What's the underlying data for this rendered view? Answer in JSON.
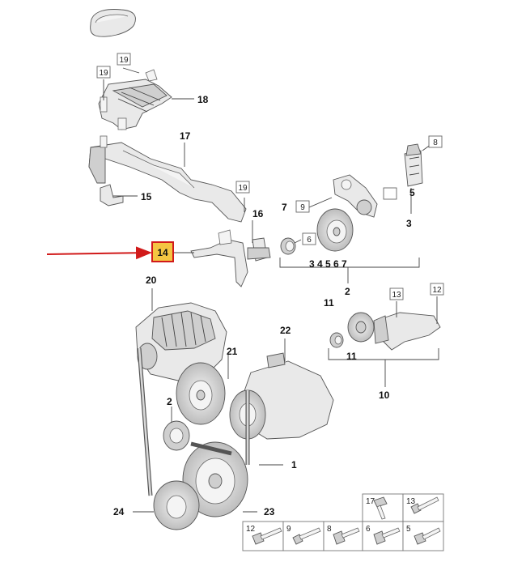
{
  "callouts": {
    "c1": "1",
    "c2a": "2",
    "c2b": "2",
    "c3": "3",
    "c5": "5",
    "c7": "7",
    "c10": "10",
    "c11a": "11",
    "c11b": "11",
    "c14": "14",
    "c15": "15",
    "c16": "16",
    "c17": "17",
    "c18": "18",
    "c20": "20",
    "c21": "21",
    "c22": "22",
    "c23": "23",
    "c24": "24"
  },
  "boxed_refs": {
    "b19a": "19",
    "b19b": "19",
    "b19c": "19",
    "b8": "8",
    "b9": "9",
    "b6": "6",
    "b13": "13",
    "b12": "12"
  },
  "group_2_members": "3 4 5 6 7",
  "fastener_table": {
    "top": [
      "17",
      "13"
    ],
    "bottom": [
      "12",
      "9",
      "8",
      "6",
      "5"
    ]
  },
  "colors": {
    "highlight_fill": "#f4c542",
    "highlight_border": "#d11a1a",
    "arrow": "#d11a1a"
  }
}
